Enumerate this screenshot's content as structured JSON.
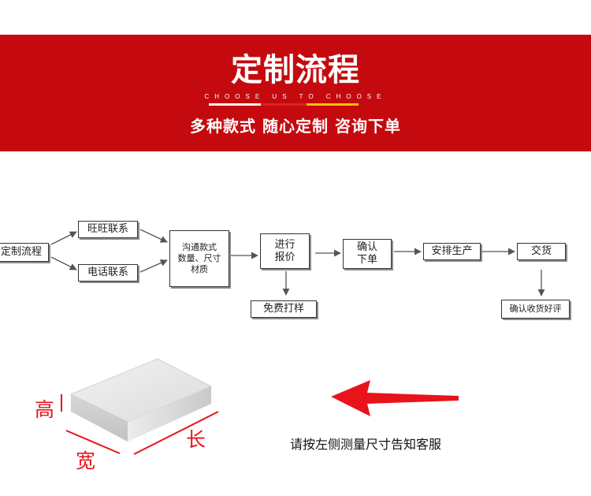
{
  "banner": {
    "title": "定制流程",
    "subtitle_en": "CHOOSE US TO CHOOSE",
    "slogan": "多种款式 随心定制 咨询下单",
    "colors": {
      "background": "#c40a0e",
      "underline_white": "#ffffff",
      "underline_red": "#e02020",
      "underline_yellow": "#f5c000"
    }
  },
  "flow": {
    "start": "定制流程",
    "wangwang": "旺旺联系",
    "phone": "电话联系",
    "discuss": "沟通款式\n数量、尺寸\n材质",
    "quote": "进行\n报价",
    "free_sample": "免费打样",
    "confirm_order": "确认\n下单",
    "production": "安排生产",
    "delivery": "交货",
    "review": "确认收货好评"
  },
  "measure": {
    "height_label": "高",
    "width_label": "宽",
    "length_label": "长",
    "hint": "请按左侧测量尺寸告知客服",
    "accent_color": "#e8141b"
  }
}
